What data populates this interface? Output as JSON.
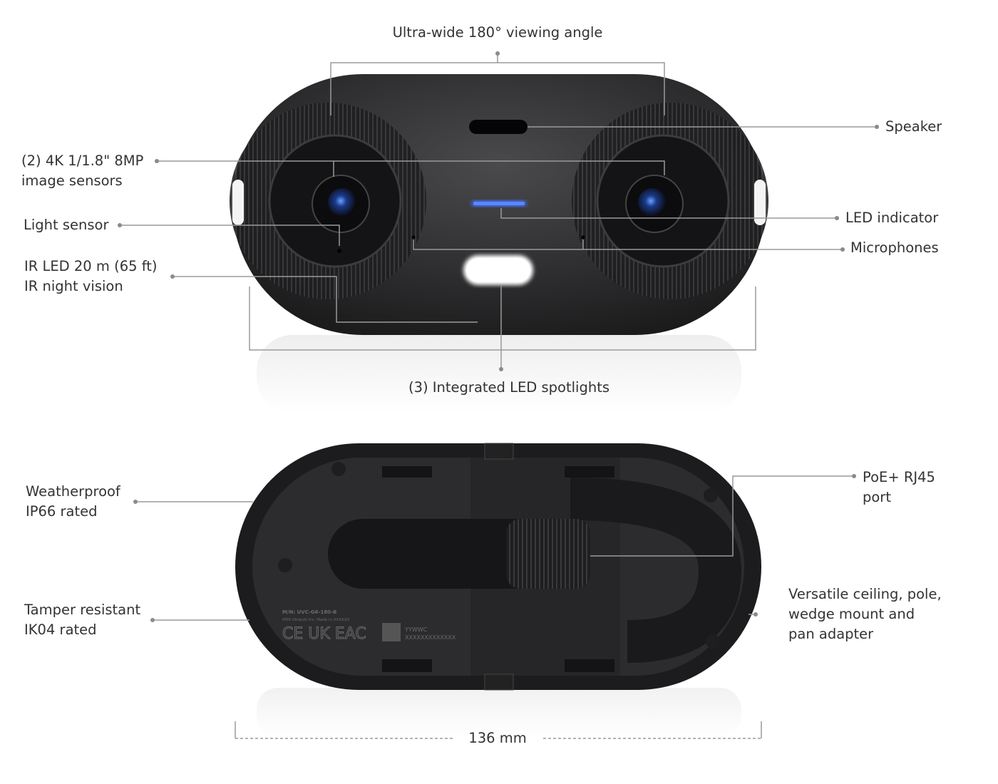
{
  "front_view": {
    "callouts": {
      "viewing_angle": "Ultra-wide 180° viewing angle",
      "speaker": "Speaker",
      "image_sensors": [
        "(2) 4K 1/1.8\" 8MP",
        "image sensors"
      ],
      "light_sensor": "Light sensor",
      "ir_led": [
        "IR LED 20 m (65 ft)",
        "IR night vision"
      ],
      "led_indicator": "LED indicator",
      "microphones": "Microphones",
      "spotlights": "(3) Integrated LED spotlights"
    },
    "led_indicator_color": "#3f6cf0"
  },
  "back_view": {
    "callouts": {
      "weatherproof": [
        "Weatherproof",
        "IP66 rated"
      ],
      "poe_port": [
        "PoE+ RJ45",
        "port"
      ],
      "tamper": [
        "Tamper resistant",
        "IK04 rated"
      ],
      "mount": [
        "Versatile ceiling, pole,",
        "wedge mount and",
        "pan adapter"
      ]
    },
    "product_label": {
      "model": "M/N: UVC-G6-180-B",
      "line2": "IP66   Ubiquiti Inc.   Made in XXXXXX",
      "date_code": "YYWWC",
      "serial": "XXXXXXXXXXXXX"
    },
    "dimension": "136 mm"
  },
  "colors": {
    "body": "#2a2a2c",
    "callout_line": "#9a9a9a",
    "text": "#333333"
  }
}
